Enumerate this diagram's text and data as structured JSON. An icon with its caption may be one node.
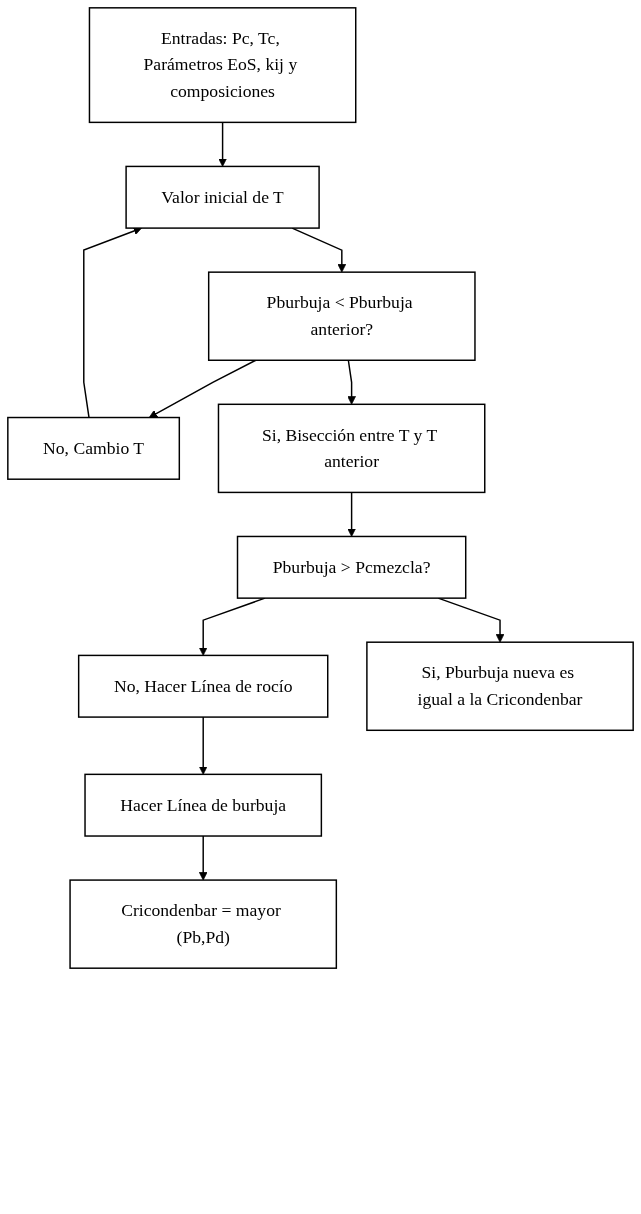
{
  "diagram": {
    "nodes": [
      {
        "text": [
          "Entradas: Pc, Tc, Parámetros EoS, kij y composiciones"
        ]
      },
      {
        "text": [
          "Valor inicial de T"
        ]
      },
      {
        "text": [
          "Pburbuja < Pburbuja anterior?"
        ]
      },
      {
        "text": [
          "No, Cambio T"
        ]
      },
      {
        "text": [
          "Si, Bisección entre T y T anterior"
        ]
      },
      {
        "text": [
          "Pburbuja > Pcmezcla?"
        ]
      },
      {
        "text": [
          "No, Hacer Línea de rocío"
        ]
      },
      {
        "text": [
          "Si, Pburbuja nueva es igual a la Cricondenbar"
        ]
      },
      {
        "text": [
          "Hacer Línea de burbuja"
        ]
      },
      {
        "text": [
          "Cricondenbar = mayor (Pb,Pd)"
        ]
      }
    ],
    "edges": [
      {
        "from": 0,
        "to": 1,
        "arrow": "to"
      },
      {
        "from": 1,
        "to": 2,
        "arrow": "to"
      },
      {
        "from": 2,
        "to": 3,
        "arrow": "to"
      },
      {
        "from": 3,
        "to": 1,
        "arrow": "to"
      },
      {
        "from": 2,
        "to": 4,
        "arrow": "to"
      },
      {
        "from": 4,
        "to": 5,
        "arrow": "to"
      },
      {
        "from": 5,
        "to": 6,
        "arrow": "to"
      },
      {
        "from": 5,
        "to": 7,
        "arrow": "to"
      },
      {
        "from": 6,
        "to": 8,
        "arrow": "to"
      },
      {
        "from": 8,
        "to": 9,
        "arrow": "to"
      }
    ]
  }
}
